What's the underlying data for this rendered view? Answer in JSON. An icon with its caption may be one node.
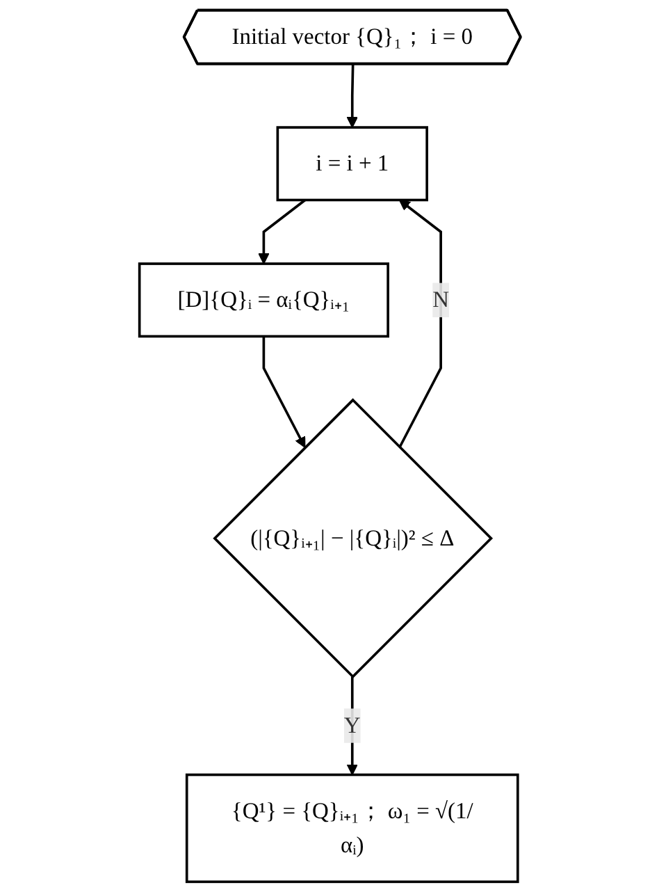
{
  "diagram": {
    "nodes": [
      {
        "text": [
          "Initial vector {Q}₁； i = 0"
        ]
      },
      {
        "text": [
          "i = i + 1"
        ]
      },
      {
        "text": [
          "[D]{Q}ᵢ = αᵢ{Q}ᵢ₊₁"
        ]
      },
      {
        "text": [
          "(|{Q}ᵢ₊₁| − |{Q}ᵢ|)² ≤ Δ"
        ]
      },
      {
        "text": [
          "{Q¹} = {Q}ᵢ₊₁； ω₁ = √(1/αᵢ)"
        ]
      }
    ],
    "edges": [
      {
        "from": 0,
        "to": 1,
        "arrow": "to"
      },
      {
        "from": 1,
        "to": 2,
        "arrow": "to"
      },
      {
        "from": 2,
        "to": 3,
        "arrow": "to"
      },
      {
        "from": 3,
        "to": 4,
        "arrow": "to",
        "label": "Y"
      },
      {
        "from": 3,
        "to": 1,
        "arrow": "to",
        "label": "N"
      }
    ]
  }
}
